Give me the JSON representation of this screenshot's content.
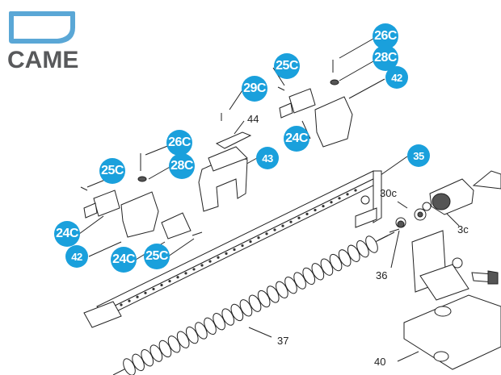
{
  "brand": {
    "name": "CAME",
    "color": "#58595b",
    "mark_color": "#5aa7d6"
  },
  "callouts": [
    {
      "id": "c1",
      "label": "26C"
    },
    {
      "id": "c2",
      "label": "28C"
    },
    {
      "id": "c3",
      "label": "42"
    },
    {
      "id": "c4",
      "label": "25C"
    },
    {
      "id": "c5",
      "label": "29C"
    },
    {
      "id": "c6",
      "label": "24C"
    },
    {
      "id": "c7",
      "label": "43"
    },
    {
      "id": "c8",
      "label": "35"
    },
    {
      "id": "c9",
      "label": "26C"
    },
    {
      "id": "c10",
      "label": "25C"
    },
    {
      "id": "c11",
      "label": "28C"
    },
    {
      "id": "c12",
      "label": "24C"
    },
    {
      "id": "c13",
      "label": "42"
    },
    {
      "id": "c14",
      "label": "24C"
    },
    {
      "id": "c15",
      "label": "25C"
    }
  ],
  "labels": {
    "p44": "44",
    "p30c": "30c",
    "p3c": "3c",
    "p36": "36",
    "p37": "37",
    "p40": "40"
  },
  "colors": {
    "callout": "#1aa0dc",
    "line": "#222222"
  }
}
